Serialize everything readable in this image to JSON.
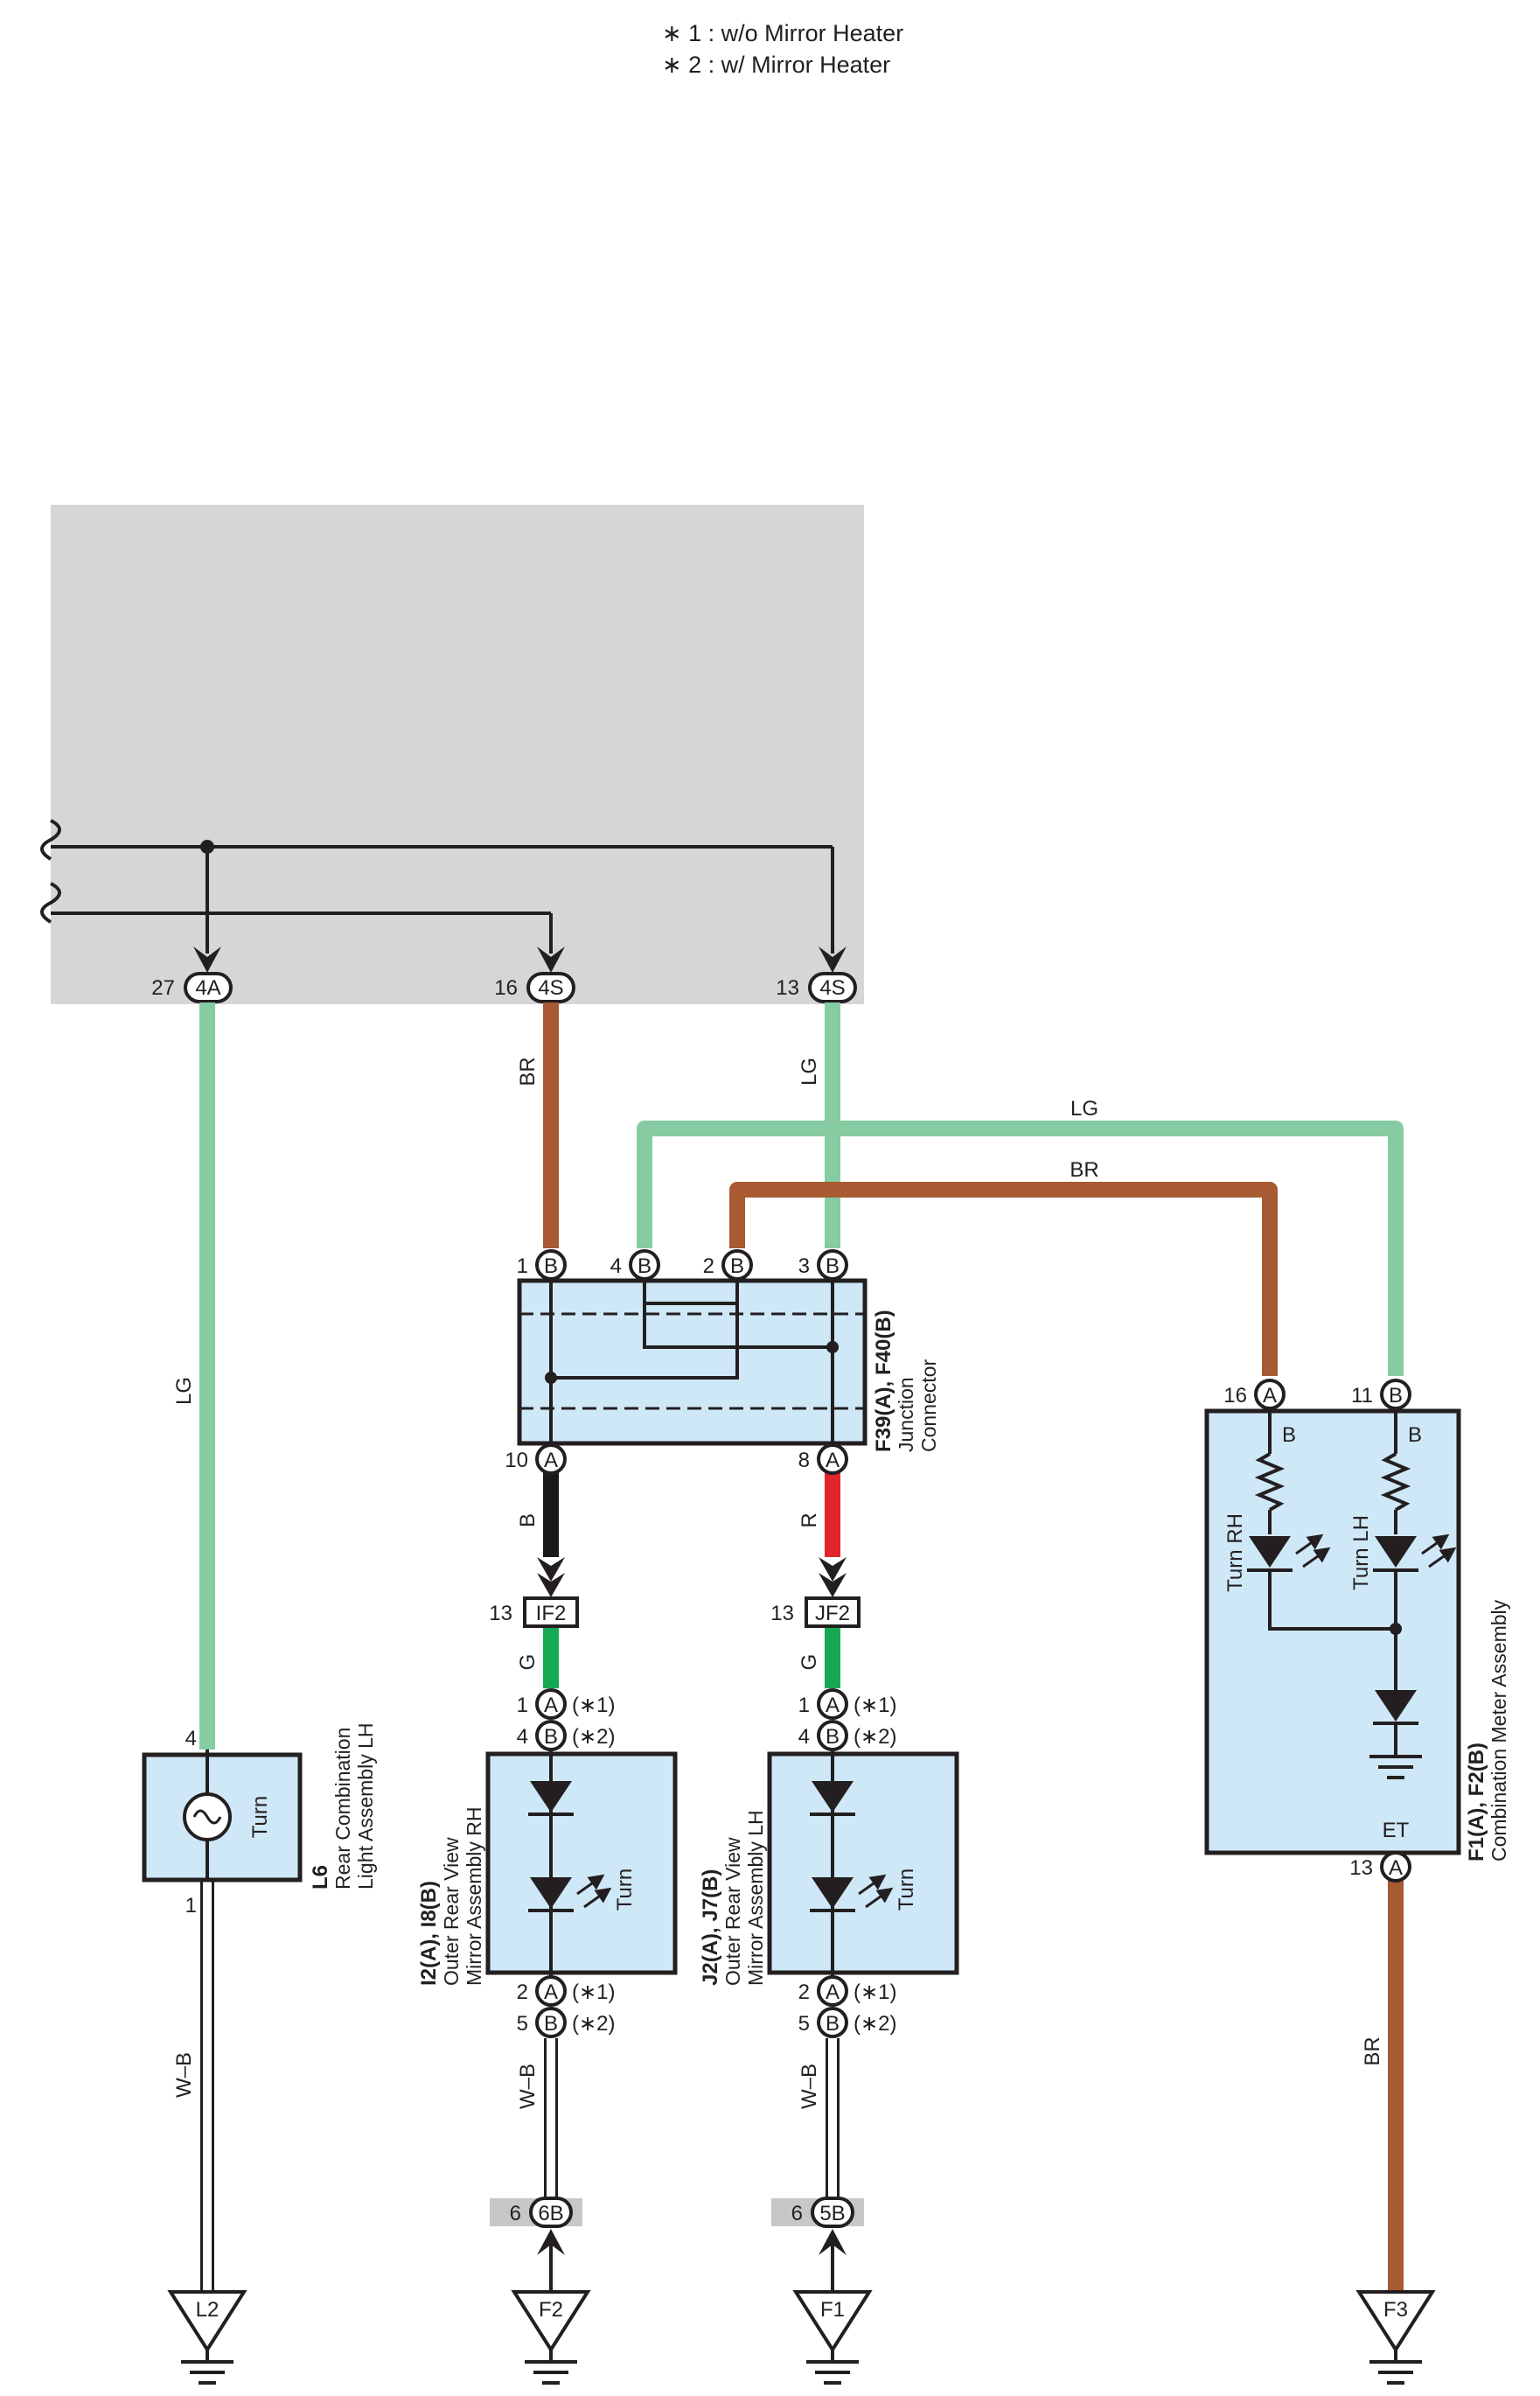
{
  "notes": [
    "∗ 1 : w/o Mirror Heater",
    "∗ 2 : w/ Mirror Heater"
  ],
  "colors": {
    "LG": "#86cba1",
    "BR": "#a85a32",
    "B": "#1a1a1a",
    "R": "#e0262a",
    "G": "#16a853",
    "W-B": "#ffffff",
    "component_fill": "#cfe8f7",
    "module_fill": "#d5d6d8"
  },
  "module_pins": [
    {
      "pin": "27",
      "connector": "4A"
    },
    {
      "pin": "16",
      "connector": "4S"
    },
    {
      "pin": "13",
      "connector": "4S"
    }
  ],
  "wire_labels": {
    "lh_rear": "LG",
    "jc_br_in": "BR",
    "jc_lg_in": "LG",
    "top_lg": "LG",
    "top_br": "BR",
    "jc_out_b": "B",
    "jc_out_r": "R",
    "if2_g": "G",
    "jf2_g": "G",
    "l6_gnd": "W–B",
    "i2_gnd": "W–B",
    "j2_gnd": "W–B",
    "meter_gnd": "BR"
  },
  "junction": {
    "id": "F39(A), F40(B)",
    "name": [
      "Junction",
      "Connector"
    ],
    "top_pins": [
      {
        "pin": "1",
        "letter": "B"
      },
      {
        "pin": "4",
        "letter": "B"
      },
      {
        "pin": "2",
        "letter": "B"
      },
      {
        "pin": "3",
        "letter": "B"
      }
    ],
    "bottom_pins": [
      {
        "pin": "10",
        "letter": "A"
      },
      {
        "pin": "8",
        "letter": "A"
      }
    ]
  },
  "inline": [
    {
      "pin": "13",
      "name": "IF2"
    },
    {
      "pin": "13",
      "name": "JF2"
    }
  ],
  "l6": {
    "id": "L6",
    "name": [
      "Rear Combination",
      "Light Assembly LH"
    ],
    "inner": "Turn",
    "pin_top": "4",
    "pin_bottom": "1"
  },
  "mirror_rh": {
    "id": "I2(A), I8(B)",
    "name": [
      "Outer Rear View",
      "Mirror Assembly RH"
    ],
    "inner": "Turn",
    "top_pins": [
      {
        "pin": "1",
        "letter": "A",
        "note": "(∗1)"
      },
      {
        "pin": "4",
        "letter": "B",
        "note": "(∗2)"
      }
    ],
    "bottom_pins": [
      {
        "pin": "2",
        "letter": "A",
        "note": "(∗1)"
      },
      {
        "pin": "5",
        "letter": "B",
        "note": "(∗2)"
      }
    ]
  },
  "mirror_lh": {
    "id": "J2(A), J7(B)",
    "name": [
      "Outer Rear View",
      "Mirror Assembly LH"
    ],
    "inner": "Turn",
    "top_pins": [
      {
        "pin": "1",
        "letter": "A",
        "note": "(∗1)"
      },
      {
        "pin": "4",
        "letter": "B",
        "note": "(∗2)"
      }
    ],
    "bottom_pins": [
      {
        "pin": "2",
        "letter": "A",
        "note": "(∗1)"
      },
      {
        "pin": "5",
        "letter": "B",
        "note": "(∗2)"
      }
    ]
  },
  "meter": {
    "id": "F1(A), F2(B)",
    "name": "Combination Meter Assembly",
    "turn_rh": "Turn RH",
    "turn_lh": "Turn LH",
    "b_left": "B",
    "b_right": "B",
    "et": "ET",
    "top_pins": [
      {
        "pin": "16",
        "letter": "A"
      },
      {
        "pin": "11",
        "letter": "B"
      }
    ],
    "bottom_pin": {
      "pin": "13",
      "letter": "A"
    }
  },
  "splices": [
    {
      "pin": "6",
      "name": "6B"
    },
    {
      "pin": "6",
      "name": "5B"
    }
  ],
  "grounds": [
    "L2",
    "F2",
    "F1",
    "F3"
  ]
}
